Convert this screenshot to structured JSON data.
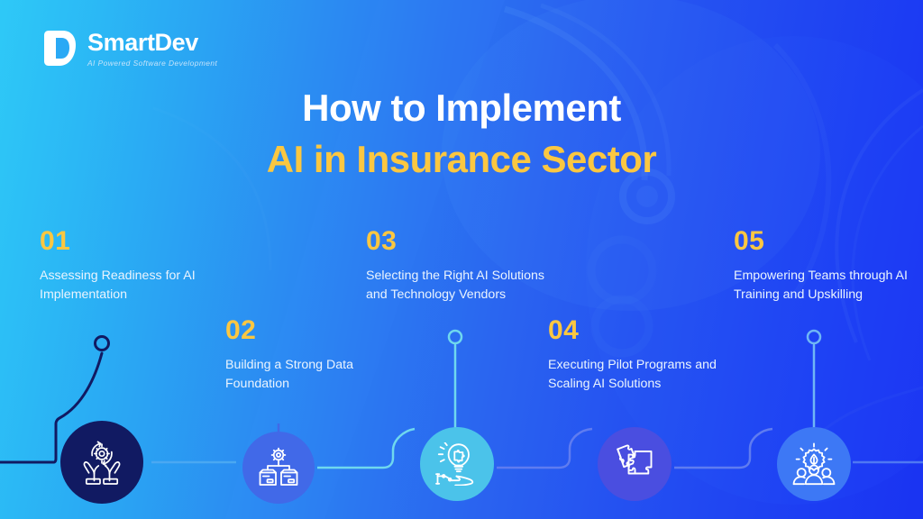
{
  "brand": {
    "name": "SmartDev",
    "tagline": "AI Powered Software Development",
    "logo_icon": "smartdev-d-mark"
  },
  "title": {
    "line1": "How to Implement",
    "line2": "AI in Insurance Sector"
  },
  "colors": {
    "accent_yellow": "#fbc741",
    "title_white": "#ffffff",
    "gradient_start": "#2ec9f7",
    "gradient_end": "#1a33f2",
    "circle_1": "#111a62",
    "circle_2": "#4169e8",
    "circle_3": "#4bc3ea",
    "circle_4": "#4a4ee0",
    "circle_5": "#3d78f5"
  },
  "steps": [
    {
      "number": "01",
      "text": "Assessing Readiness for AI Implementation",
      "icon": "hands-holding-gear-icon"
    },
    {
      "number": "02",
      "text": "Building a Strong Data Foundation",
      "icon": "gear-database-icon"
    },
    {
      "number": "03",
      "text": "Selecting the Right AI Solutions and Technology Vendors",
      "icon": "hand-lightbulb-puzzle-icon"
    },
    {
      "number": "04",
      "text": "Executing Pilot Programs and Scaling AI Solutions",
      "icon": "puzzle-pieces-icon"
    },
    {
      "number": "05",
      "text": "Empowering Teams through AI Training and Upskilling",
      "icon": "team-gear-idea-icon"
    }
  ]
}
